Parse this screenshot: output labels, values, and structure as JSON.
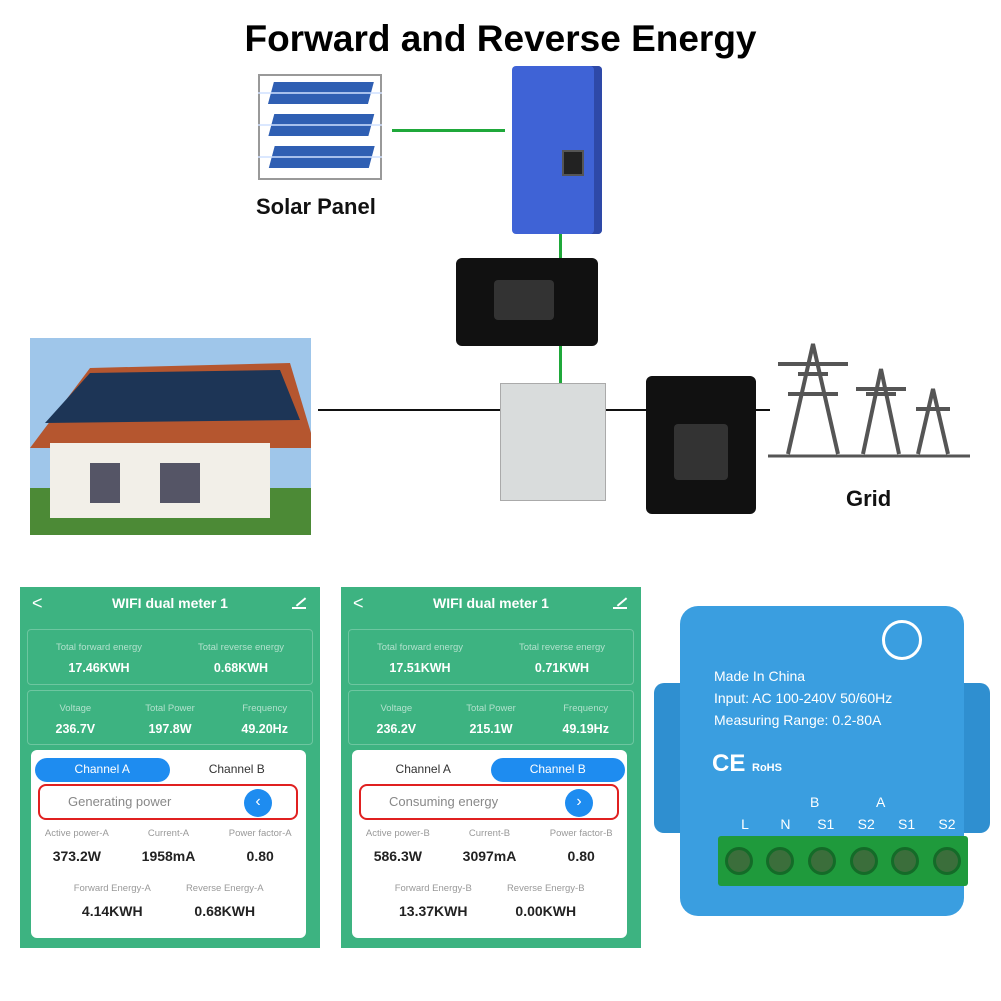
{
  "title": "Forward and Reverse Energy",
  "diagram": {
    "solar_label": "Solar Panel",
    "grid_label": "Grid"
  },
  "phones": [
    {
      "header": "WIFI dual meter 1",
      "total_forward_label": "Total  forward energy",
      "total_forward": "17.46KWH",
      "total_reverse_label": "Total reverse energy",
      "total_reverse": "0.68KWH",
      "voltage_label": "Voltage",
      "voltage": "236.7V",
      "power_label": "Total Power",
      "power": "197.8W",
      "freq_label": "Frequency",
      "freq": "49.20Hz",
      "tab_a": "Channel A",
      "tab_b": "Channel B",
      "status": "Generating power",
      "arrow": "‹",
      "m1_label": "Active power-A",
      "m1": "373.2W",
      "m2_label": "Current-A",
      "m2": "1958mA",
      "m3_label": "Power factor-A",
      "m3": "0.80",
      "e1_label": "Forward Energy-A",
      "e1": "4.14KWH",
      "e2_label": "Reverse Energy-A",
      "e2": "0.68KWH"
    },
    {
      "header": "WIFI dual meter 1",
      "total_forward_label": "Total  forward energy",
      "total_forward": "17.51KWH",
      "total_reverse_label": "Total reverse energy",
      "total_reverse": "0.71KWH",
      "voltage_label": "Voltage",
      "voltage": "236.2V",
      "power_label": "Total Power",
      "power": "215.1W",
      "freq_label": "Frequency",
      "freq": "49.19Hz",
      "tab_a": "Channel A",
      "tab_b": "Channel B",
      "status": "Consuming energy",
      "arrow": "›",
      "m1_label": "Active power-B",
      "m1": "586.3W",
      "m2_label": "Current-B",
      "m2": "3097mA",
      "m3_label": "Power factor-B",
      "m3": "0.80",
      "e1_label": "Forward Energy-B",
      "e1": "13.37KWH",
      "e2_label": "Reverse Energy-B",
      "e2": "0.00KWH"
    }
  ],
  "device": {
    "line1": "Made In China",
    "line2": "Input: AC 100-240V 50/60Hz",
    "line3": "Measuring Range: 0.2-80A",
    "marks": "CE",
    "rohs": "RoHS",
    "group_b": "B",
    "group_a": "A",
    "terminals": [
      "L",
      "N",
      "S1",
      "S2",
      "S1",
      "S2"
    ]
  }
}
